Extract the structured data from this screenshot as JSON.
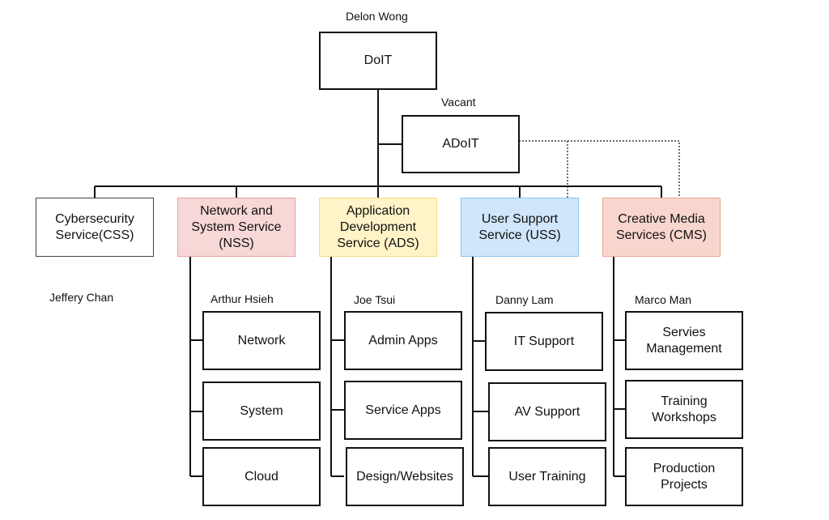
{
  "top": {
    "head": "Delon Wong",
    "title": "DoIT"
  },
  "deputy": {
    "head": "Vacant",
    "title": "ADoIT"
  },
  "divisions": [
    {
      "key": "css",
      "title": "Cybersecurity\nService(CSS)",
      "head": "Jeffery Chan",
      "color": "#ffffff",
      "border": "#444444",
      "units": []
    },
    {
      "key": "nss",
      "title": "Network and\nSystem Service\n(NSS)",
      "head": "Arthur Hsieh",
      "color": "#f8d7d7",
      "border": "#e8a0a0",
      "units": [
        "Network",
        "System",
        "Cloud"
      ]
    },
    {
      "key": "ads",
      "title": "Application\nDevelopment\nService (ADS)",
      "head": "Joe Tsui",
      "color": "#fff4c8",
      "border": "#f2dc7e",
      "units": [
        "Admin Apps",
        "Service Apps",
        "Design/Websites"
      ]
    },
    {
      "key": "uss",
      "title": "User Support\nService (USS)",
      "head": "Danny Lam",
      "color": "#cfe6fb",
      "border": "#8cc3ec",
      "units": [
        "IT Support",
        "AV Support",
        "User Training"
      ]
    },
    {
      "key": "cms",
      "title": "Creative Media\nServices (CMS)",
      "head": "Marco Man",
      "color": "#f9d6cd",
      "border": "#eba597",
      "units": [
        "Servies\nManagement",
        "Training\nWorkshops",
        "Production\nProjects"
      ]
    }
  ]
}
